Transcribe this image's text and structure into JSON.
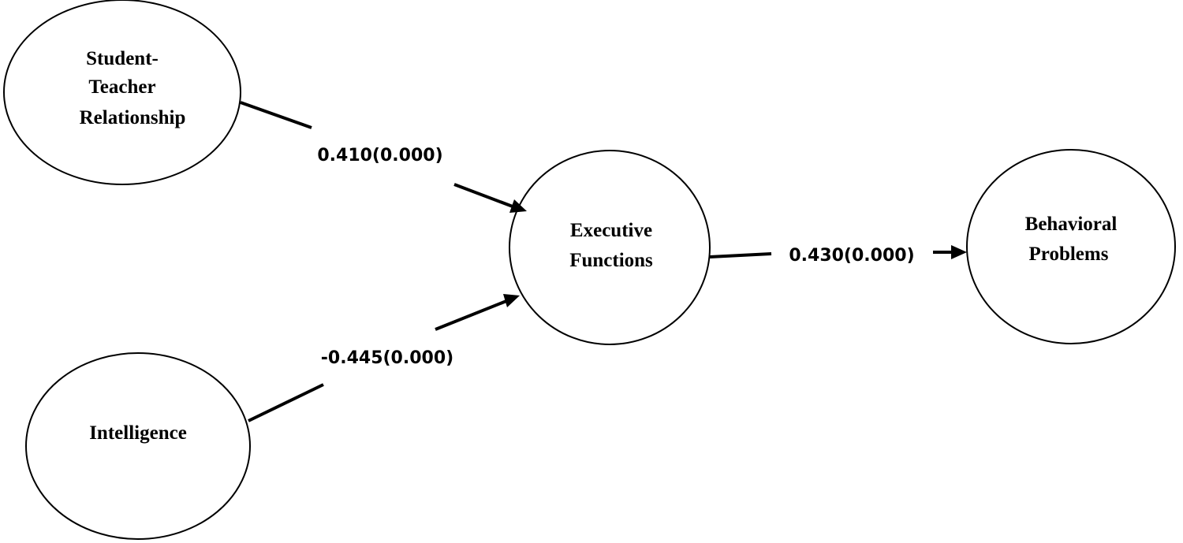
{
  "nodes": {
    "student_teacher": {
      "lines": [
        "Student-",
        "Teacher",
        "Relationship"
      ]
    },
    "intelligence": {
      "lines": [
        "Intelligence"
      ]
    },
    "executive": {
      "lines": [
        "Executive",
        "Functions"
      ]
    },
    "behavioral": {
      "lines": [
        "Behavioral",
        "Problems"
      ]
    }
  },
  "edges": {
    "str_to_ef": {
      "label": "0.410(0.000)",
      "coefficient": 0.41,
      "p_value": 0.0
    },
    "int_to_ef": {
      "label": "-0.445(0.000)",
      "coefficient": -0.445,
      "p_value": 0.0
    },
    "ef_to_bp": {
      "label": "0.430(0.000)",
      "coefficient": 0.43,
      "p_value": 0.0
    }
  }
}
